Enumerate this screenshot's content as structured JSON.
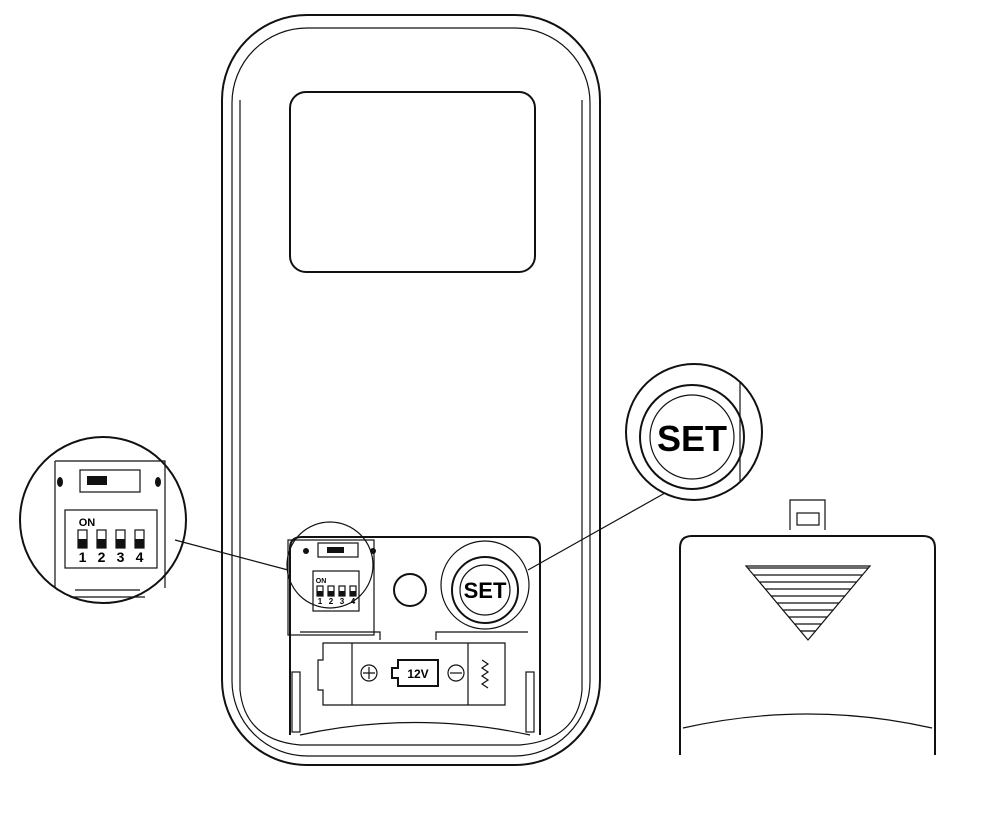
{
  "device": {
    "set_label": "SET",
    "dip_on_label": "ON",
    "dip_numbers": [
      "1",
      "2",
      "3",
      "4"
    ],
    "battery_label": "12V"
  },
  "detail_dip": {
    "on_label": "ON",
    "numbers": [
      "1",
      "2",
      "3",
      "4"
    ]
  },
  "detail_set": {
    "label": "SET"
  }
}
